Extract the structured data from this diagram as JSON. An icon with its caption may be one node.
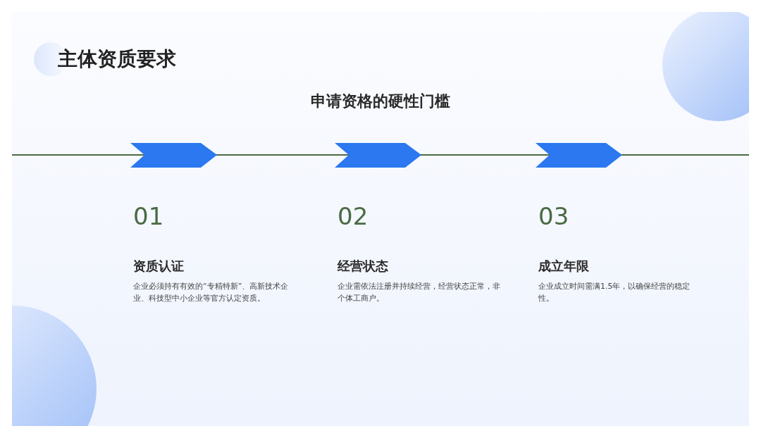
{
  "diagram": {
    "title": "主体资质要求",
    "labels": [
      "申请资格的硬性门槛",
      "01",
      "资质认证",
      "企业必须持有有效的“专精特新”、高新技术企业、科技型中小企业等官方认定资质。",
      "02",
      "经营状态",
      "企业需依法注册并持续经营，经营状态正常，非个体工商户。",
      "03",
      "成立年限",
      "企业成立时间需满1.5年，以确保经营的稳定性。"
    ]
  }
}
